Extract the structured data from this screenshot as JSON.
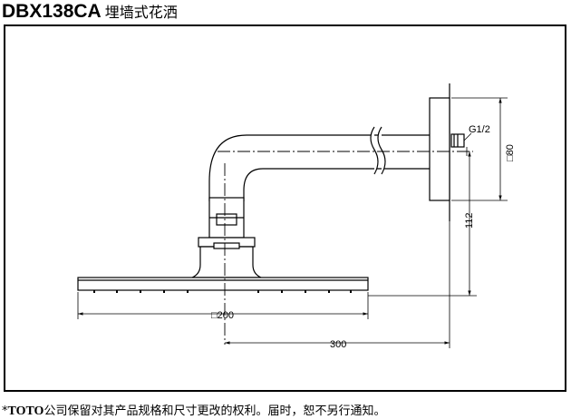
{
  "header": {
    "model": "DBX138CA",
    "product_name": "埋墙式花洒"
  },
  "diagram": {
    "labels": {
      "thread": "G1/2",
      "flange_size": "□80",
      "drop_height": "112",
      "head_size": "□200",
      "arm_length": "300"
    }
  },
  "footer": {
    "asterisk": "*",
    "brand": "TOTO",
    "notice": "公司保留对其产品规格和尺寸更改的权利。届时，恕不另行通知。"
  }
}
